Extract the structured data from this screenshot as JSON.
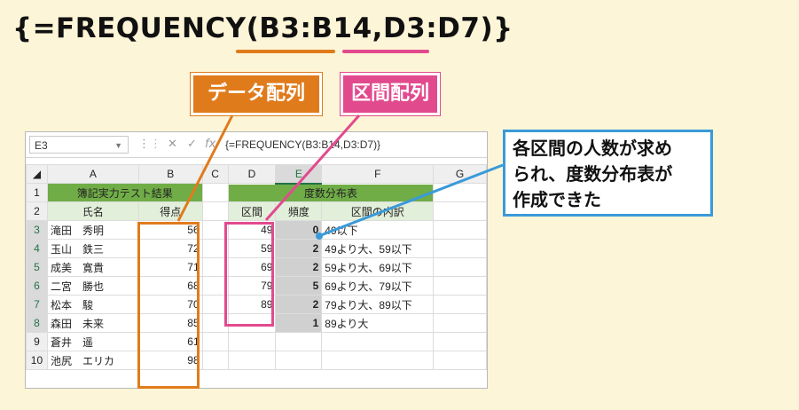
{
  "title": {
    "prefix": "{=FREQUENCY(",
    "data_arg": "B3:B14",
    "comma": ",",
    "bin_arg": "D3:D7",
    "suffix": ")}"
  },
  "labels": {
    "data_array": "データ配列",
    "bin_array": "区間配列"
  },
  "callout": {
    "lines": [
      "各区間の人数が求め",
      "られ、度数分布表が",
      "作成できた"
    ]
  },
  "formula_bar": {
    "name_box": "E3",
    "cancel_icon": "✕",
    "enter_icon": "✓",
    "fx_icon": "fx",
    "formula": "{=FREQUENCY(B3:B14,D3:D7)}"
  },
  "columns": [
    "",
    "A",
    "B",
    "C",
    "D",
    "E",
    "F",
    "G"
  ],
  "row1": {
    "left_title": "簿記実力テスト結果",
    "right_title": "度数分布表"
  },
  "row2": {
    "name": "氏名",
    "score": "得点",
    "interval": "区間",
    "freq": "頻度",
    "detail": "区間の内訳"
  },
  "rows": [
    {
      "n": "3",
      "name": "滝田　秀明",
      "score": "56",
      "interval": "49",
      "freq": "0",
      "detail": "49以下"
    },
    {
      "n": "4",
      "name": "玉山　鉄三",
      "score": "72",
      "interval": "59",
      "freq": "2",
      "detail": "49より大、59以下"
    },
    {
      "n": "5",
      "name": "成美　寛貴",
      "score": "71",
      "interval": "69",
      "freq": "2",
      "detail": "59より大、69以下"
    },
    {
      "n": "6",
      "name": "二宮　勝也",
      "score": "68",
      "interval": "79",
      "freq": "5",
      "detail": "69より大、79以下"
    },
    {
      "n": "7",
      "name": "松本　駿",
      "score": "70",
      "interval": "89",
      "freq": "2",
      "detail": "79より大、89以下"
    },
    {
      "n": "8",
      "name": "森田　未来",
      "score": "85",
      "interval": "",
      "freq": "1",
      "detail": "89より大"
    },
    {
      "n": "9",
      "name": "蒼井　遥",
      "score": "61",
      "interval": "",
      "freq": "",
      "detail": ""
    },
    {
      "n": "10",
      "name": "池尻　エリカ",
      "score": "98",
      "interval": "",
      "freq": "",
      "detail": ""
    }
  ],
  "colors": {
    "background": "#fdf5d7",
    "data_array": "#e07b1c",
    "bin_array": "#e24a8e",
    "callout_border": "#3a9ad9",
    "header_fill": "#70ad47",
    "subheader_fill": "#e2efda"
  }
}
